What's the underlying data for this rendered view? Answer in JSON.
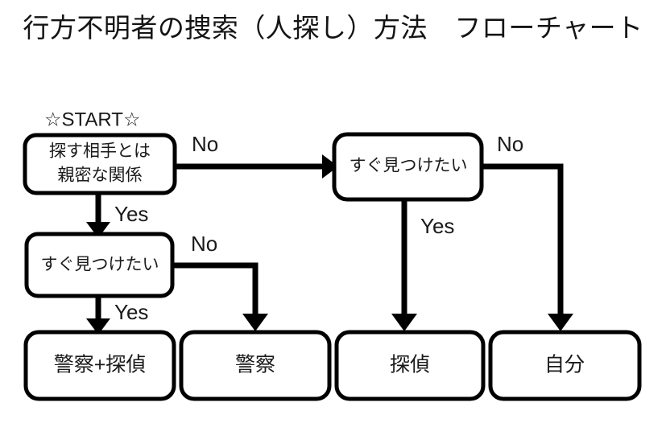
{
  "page": {
    "title": "行方不明者の捜索（人探し）方法　フローチャート",
    "background_color": "#ffffff",
    "line_color": "#000000",
    "text_color": "#1a1a1a"
  },
  "flowchart": {
    "type": "diagram",
    "start_marker": "☆START☆",
    "nodes": [
      {
        "id": "q1",
        "label": "探す相手とは\n親密な関係",
        "line1": "探す相手とは",
        "line2": "親密な関係",
        "kind": "decision"
      },
      {
        "id": "q2",
        "label": "すぐ見つけたい",
        "kind": "decision"
      },
      {
        "id": "q3",
        "label": "すぐ見つけたい",
        "kind": "decision"
      },
      {
        "id": "r1",
        "label": "警察+探偵",
        "kind": "result"
      },
      {
        "id": "r2",
        "label": "警察",
        "kind": "result"
      },
      {
        "id": "r3",
        "label": "探偵",
        "kind": "result"
      },
      {
        "id": "r4",
        "label": "自分",
        "kind": "result"
      }
    ],
    "edges": [
      {
        "from": "q1",
        "to": "q3",
        "label": "No"
      },
      {
        "from": "q1",
        "to": "q2",
        "label": "Yes"
      },
      {
        "from": "q2",
        "to": "r1",
        "label": "Yes"
      },
      {
        "from": "q2",
        "to": "r2",
        "label": "No"
      },
      {
        "from": "q3",
        "to": "r3",
        "label": "Yes"
      },
      {
        "from": "q3",
        "to": "r4",
        "label": "No"
      }
    ],
    "edge_labels": {
      "q1_no": "No",
      "q1_yes": "Yes",
      "q2_no": "No",
      "q2_yes": "Yes",
      "q3_no": "No",
      "q3_yes": "Yes"
    }
  }
}
